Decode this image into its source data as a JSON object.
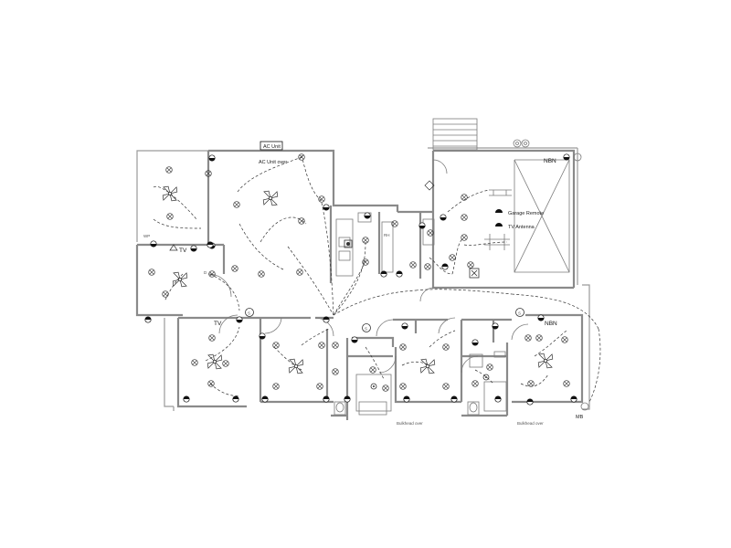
{
  "labels": {
    "ac_unit": "AC Unit",
    "ac_unit_over": "AC Unit over",
    "nbn": "NBN",
    "garage_remote": "Garage Remote",
    "tv_antenna": "TV Antenna",
    "tv_family": "TV",
    "tv_master": "TV",
    "nbn_hall": "NBN",
    "wp": "WP",
    "mb": "MB",
    "bulkhead_1": "Bulkhead over",
    "bulkhead_2": "Bulkhead over",
    "d": "D",
    "rh": "RH"
  },
  "symbols": {
    "downlight": "downlight-icon",
    "ceiling_fan": "ceiling-fan-icon",
    "power_point": "power-point-icon",
    "smoke_alarm": "smoke-alarm-icon",
    "exhaust_fan": "exhaust-fan-icon",
    "switch": "switch-icon"
  }
}
